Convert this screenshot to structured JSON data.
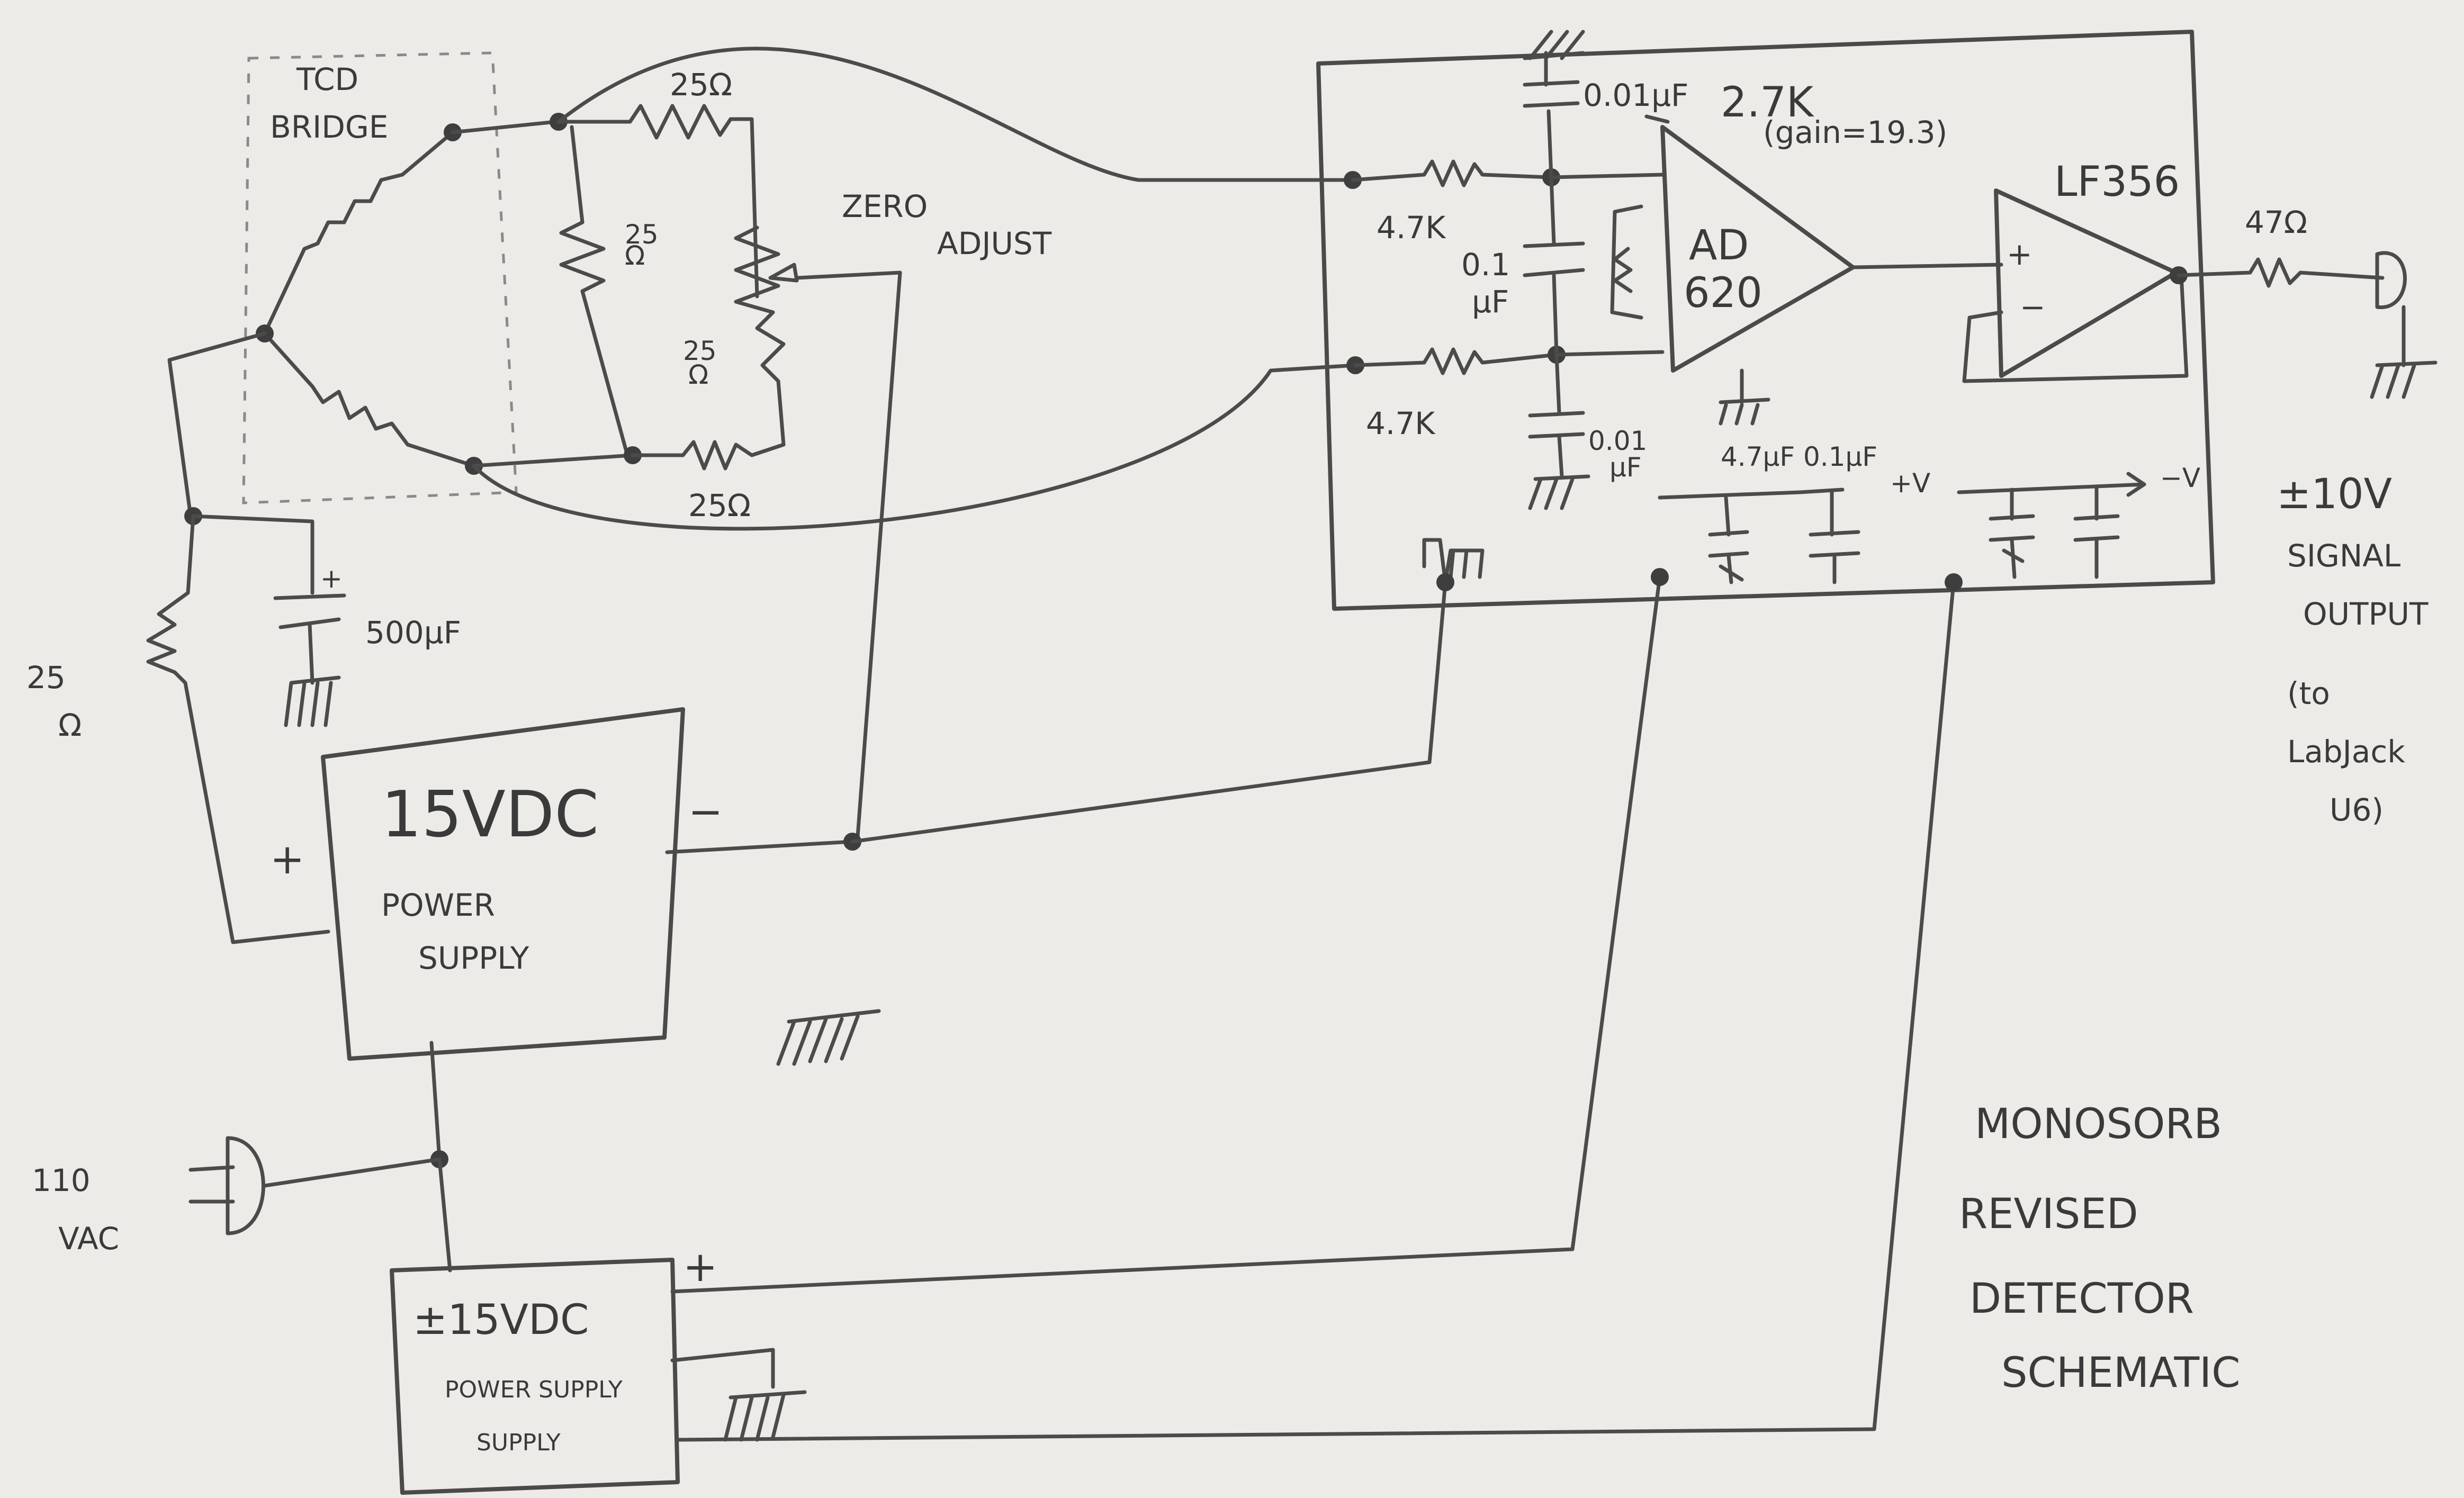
{
  "bridge": {
    "title_line1": "TCD",
    "title_line2": "BRIDGE",
    "r_top": "25Ω",
    "r_mid": "25\nΩ",
    "r_zero_lower": "25\nΩ",
    "r_bottom": "25Ω",
    "zero_adjust_line1": "ZERO",
    "zero_adjust_line2": "ADJUST"
  },
  "supply_branch": {
    "resistor_label_1": "25",
    "resistor_label_2": "Ω",
    "capacitor_label": "500μF"
  },
  "psu_15": {
    "title": "15VDC",
    "subtitle_line1": "POWER",
    "subtitle_line2": "SUPPLY",
    "plus": "+",
    "minus": "−"
  },
  "ac_input": {
    "label_line1": "110",
    "label_line2": "VAC"
  },
  "psu_pm15": {
    "title": "±15VDC",
    "subtitle_line1": "POWER SUPPLY",
    "subtitle_line2": "SUPPLY",
    "plus": "+"
  },
  "amp_board": {
    "r_in_top": "4.7K",
    "r_in_bottom": "4.7K",
    "c_top": "0.01μF",
    "c_mid_1": "0.1",
    "c_mid_2": "μF",
    "c_bottom_1": "0.01",
    "c_bottom_2": "μF",
    "gain_resistor": "2.7K",
    "gain_note": "(gain=19.3)",
    "inamp_line1": "AD",
    "inamp_line2": "620",
    "opamp": "LF356",
    "r_out": "47Ω",
    "decoupling_label": "4.7μF 0.1μF",
    "plus_v": "+V",
    "minus_v": "−V"
  },
  "output": {
    "line1": "±10V",
    "line2": "SIGNAL",
    "line3": "OUTPUT",
    "line4": "(to",
    "line5": "LabJack",
    "line6": "U6)"
  },
  "title_block": {
    "line1": "MONOSORB",
    "line2": "REVISED",
    "line3": "DETECTOR",
    "line4": "SCHEMATIC"
  }
}
